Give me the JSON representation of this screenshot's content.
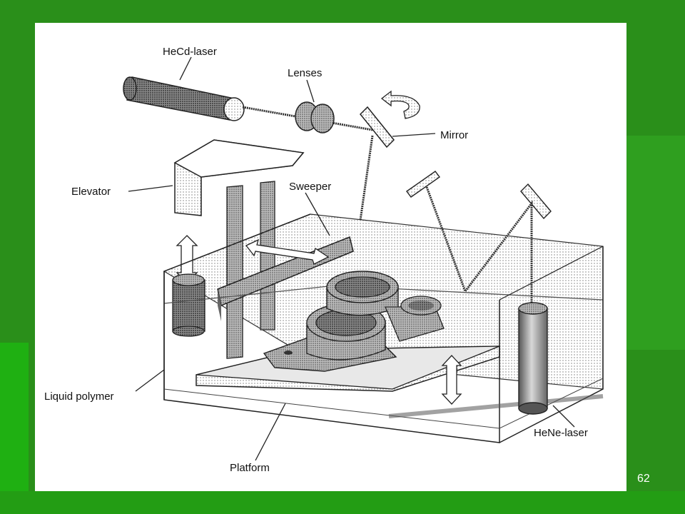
{
  "slide": {
    "page_number": "62"
  },
  "labels": {
    "hecd_laser": "HeCd-laser",
    "lenses": "Lenses",
    "mirror": "Mirror",
    "elevator": "Elevator",
    "sweeper": "Sweeper",
    "liquid_polymer": "Liquid polymer",
    "platform": "Platform",
    "hene_laser": "HeNe-laser"
  },
  "colors": {
    "background_green": "#2a8f1a",
    "frame_white": "#ffffff",
    "dot_gray": "#7a7a7a",
    "dark_gray": "#555555"
  }
}
